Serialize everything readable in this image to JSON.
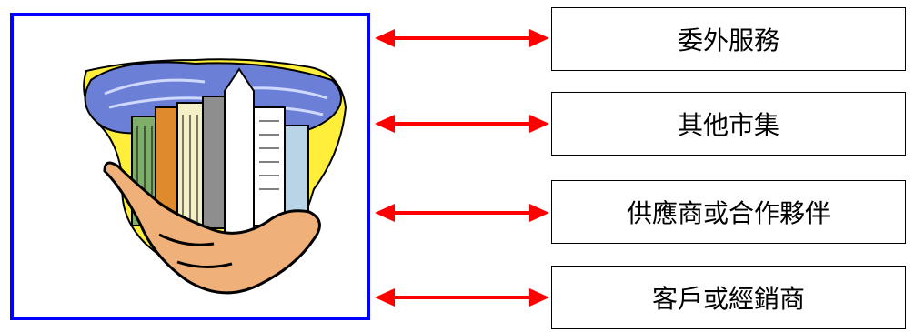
{
  "diagram": {
    "center": {
      "image": "hand-holding-city-clipart"
    },
    "connections": [
      {
        "label": "委外服務"
      },
      {
        "label": "其他市集"
      },
      {
        "label": "供應商或合作夥伴"
      },
      {
        "label": "客戶或經銷商"
      }
    ],
    "colors": {
      "frame": "#0000ff",
      "arrow": "#ff0000",
      "box_border": "#000000"
    }
  }
}
